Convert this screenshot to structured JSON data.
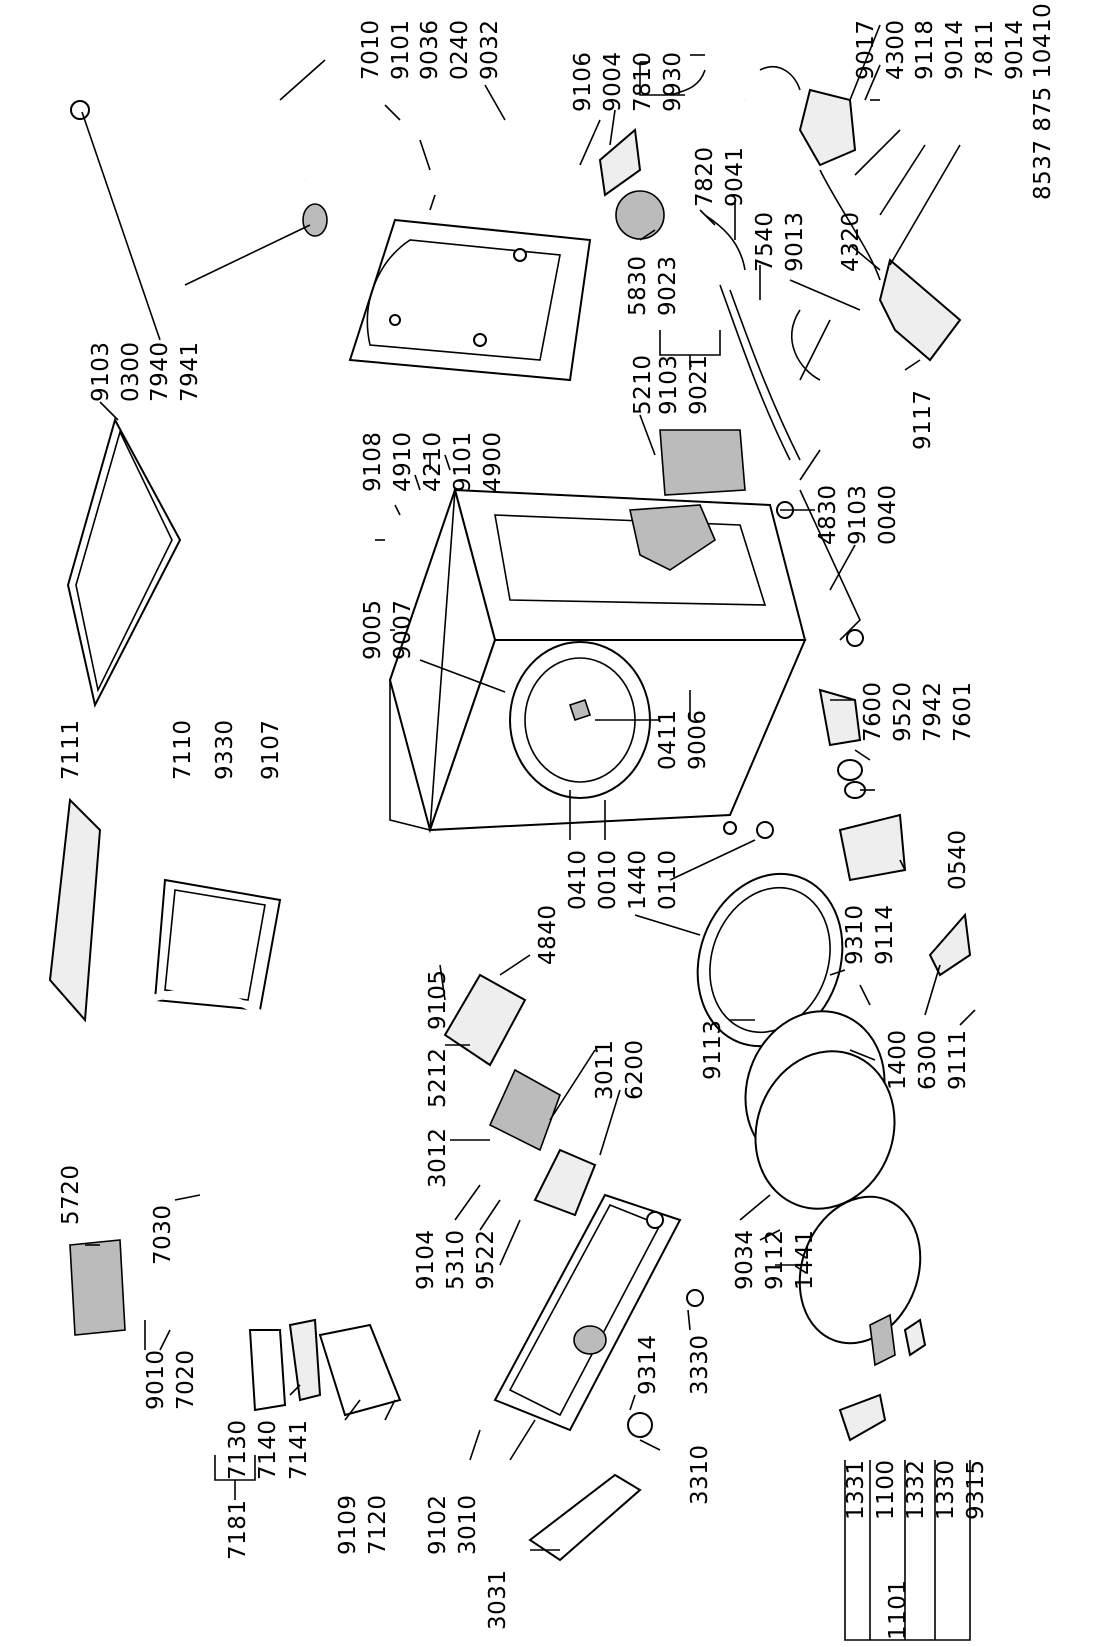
{
  "labels": {
    "l7111": "7111",
    "l7110": "7110",
    "l9330": "9330",
    "l9107": "9107",
    "l9103a": "9103",
    "l0300": "0300",
    "l7940": "7940",
    "l7941": "7941",
    "l7010": "7010",
    "l9101a": "9101",
    "l9036": "9036",
    "l0240": "0240",
    "l9032": "9032",
    "l9106": "9106",
    "l9004": "9004",
    "l7810": "7810",
    "l9930": "9930",
    "l9017": "9017",
    "l4300": "4300",
    "l9118": "9118",
    "l9014a": "9014",
    "l7811": "7811",
    "l9014b": "9014",
    "l8537": "8537 875 10410",
    "l7820": "7820",
    "l9041": "9041",
    "l5830": "5830",
    "l9023": "9023",
    "l7540": "7540",
    "l9013": "9013",
    "l4320": "4320",
    "l9103b": "9103",
    "l9021": "9021",
    "l5210": "5210",
    "l9117": "9117",
    "l9108": "9108",
    "l4910": "4910",
    "l4210": "4210",
    "l9101b": "9101",
    "l4900": "4900",
    "l9005": "9005",
    "l9007": "9007",
    "l4830": "4830",
    "l9103c": "9103",
    "l0040": "0040",
    "l7600": "7600",
    "l9520": "9520",
    "l7942": "7942",
    "l7601": "7601",
    "l0411": "0411",
    "l9006": "9006",
    "l0410": "0410",
    "l0010": "0010",
    "l1440": "1440",
    "l0110": "0110",
    "l0540": "0540",
    "l4840": "4840",
    "l9105": "9105",
    "l9310": "9310",
    "l9114": "9114",
    "l5212": "5212",
    "l9113": "9113",
    "l3011": "3011",
    "l6200": "6200",
    "l1400": "1400",
    "l6300": "6300",
    "l9111": "9111",
    "l3012": "3012",
    "l5720": "5720",
    "l7030": "7030",
    "l9104": "9104",
    "l5310": "5310",
    "l9522": "9522",
    "l9034": "9034",
    "l9112": "9112",
    "l1441": "1441",
    "l9010": "9010",
    "l7020": "7020",
    "l9314": "9314",
    "l3330": "3330",
    "l3310": "3310",
    "l7130": "7130",
    "l7140": "7140",
    "l7181": "7181",
    "l7141": "7141",
    "l9109": "9109",
    "l7120": "7120",
    "l9102": "9102",
    "l3010": "3010",
    "l3031": "3031",
    "l1331": "1331",
    "l1100": "1100",
    "l1332": "1332",
    "l1330": "1330",
    "l9315": "9315",
    "l1101": "1101"
  }
}
